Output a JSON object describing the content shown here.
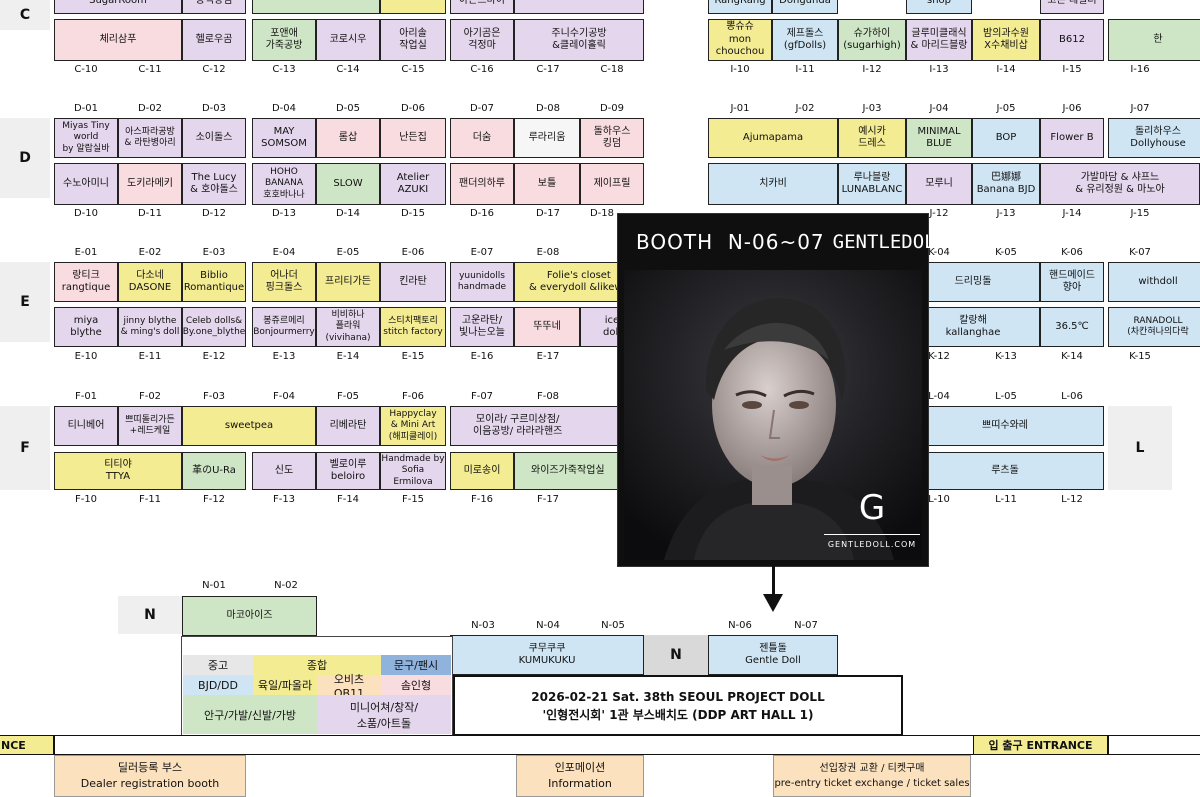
{
  "row_labels": {
    "C": "C",
    "D": "D",
    "E": "E",
    "F": "F",
    "L": "L",
    "N1": "N",
    "N2": "N"
  },
  "top_partial": {
    "c_sugar": "SugarRoom",
    "c_cropped": "동백장점",
    "c_baby": "아몬드마이",
    "i_rang": "RangRang",
    "i_dong": "Dongunda",
    "i_shop": "shop",
    "k_cotton": "코튼 테일러"
  },
  "c_row": [
    {
      "name": "체리삼푸",
      "code": "C-10"
    },
    {
      "name": "",
      "code": "C-11"
    },
    {
      "name": "헬로우곰",
      "code": "C-12"
    },
    {
      "name": "포앤애\n가죽공방",
      "code": "C-13"
    },
    {
      "name": "코로시우",
      "code": "C-14"
    },
    {
      "name": "아리솔\n작업실",
      "code": "C-15"
    },
    {
      "name": "아기곰은\n걱정마",
      "code": "C-16"
    },
    {
      "name": "주니수기공방\n&클레이홀릭",
      "code": "C-17"
    },
    {
      "name": "",
      "code": "C-18"
    },
    {
      "name": "뽕슈슈\nmon\nchouchou",
      "code": "I-10"
    },
    {
      "name": "제프돌스\n(gfDolls)",
      "code": "I-11"
    },
    {
      "name": "슈가하이\n(sugarhigh)",
      "code": "I-12"
    },
    {
      "name": "글루미클래식\n& 마리드블랑",
      "code": "I-13"
    },
    {
      "name": "밤의과수원\nX수채비삽",
      "code": "I-14"
    },
    {
      "name": "B612",
      "code": "I-15"
    },
    {
      "name": "한",
      "code": "I-16"
    }
  ],
  "d_top_codes": [
    "D-01",
    "D-02",
    "D-03",
    "D-04",
    "D-05",
    "D-06",
    "D-07",
    "D-08",
    "D-09",
    "J-01",
    "J-02",
    "J-03",
    "J-04",
    "J-05",
    "J-06",
    "J-07"
  ],
  "d_top": {
    "d01": "Miyas Tiny\nworld\nby 알랍실바",
    "d02": "아스파라공방\n& 라탄병아리",
    "d03": "소이돌스",
    "d04": "MAY\nSOMSOM",
    "d05": "롬삽",
    "d06": "난든집",
    "d07": "더숨",
    "d08": "루라리움",
    "d09": "돌하우스\n킹덤",
    "j01": "Ajumapama",
    "j03": "예시카\n드레스",
    "j04": "MINIMAL\nBLUE",
    "j05": "BOP",
    "j06": "Flower B",
    "j07": "돌리하우스\nDollyhouse"
  },
  "d_bottom": {
    "d10": "수노아미니",
    "d11": "도키라메키",
    "d12": "The Lucy\n& 호야돌스",
    "d13": "HOHO\nBANANA\n호호바나나",
    "d14": "SLOW",
    "d15": "Atelier\nAZUKI",
    "d16": "팬더의하루",
    "d17": "보틀",
    "d18": "제이프릴",
    "j09": "치카비",
    "j11": "루나블랑\nLUNABLANC",
    "j12": "모루니",
    "j13": "巴娜娜\nBanana BJD",
    "j14": "가발마담 & 샤프느\n& 유리정원 & 마노아"
  },
  "d_bottom_codes": [
    "D-10",
    "D-11",
    "D-12",
    "D-13",
    "D-14",
    "D-15",
    "D-16",
    "D-17",
    "D-18",
    "J-12",
    "J-13",
    "J-14",
    "J-15"
  ],
  "e_top_codes": [
    "E-01",
    "E-02",
    "E-03",
    "E-04",
    "E-05",
    "E-06",
    "E-07",
    "E-08",
    "K-04",
    "K-05",
    "K-06",
    "K-07"
  ],
  "e_top": {
    "e01": "랑티크\nrangtique",
    "e02": "다소네\nDASONE",
    "e03": "Biblio\nRomantique",
    "e04": "어나더\n핑크돌스",
    "e05": "프리티가든",
    "e06": "킨라탄",
    "e07": "yuunidolls\nhandmade",
    "e08": "Folie's closet\n& everydoll &likewo",
    "k04": "드리밍돌",
    "k06": "핸드메이드\n향아",
    "k07": "withdoll"
  },
  "e_bottom": {
    "e10": "miya\nblythe",
    "e11": "jinny blythe\n& ming's doll",
    "e12": "Celeb dolls&\nBy.one_blythe",
    "e13": "봉쥬르메리\nBonjourmerry",
    "e14": "비비하나\n플라워\n(vivihana)",
    "e15": "스티치팩토리\nstitch factory",
    "e16": "고운라탄/\n빛나는오늘",
    "e17": "뚜뚜네",
    "e18": "ice\ndoll",
    "k13": "칼랑해\nkallanghae",
    "k14": "36.5℃",
    "k15": "RANADOLL\n(차칸혀나의다락"
  },
  "e_bottom_codes": [
    "E-10",
    "E-11",
    "E-12",
    "E-13",
    "E-14",
    "E-15",
    "E-16",
    "E-17",
    "K-12",
    "K-13",
    "K-14",
    "K-15"
  ],
  "f_top_codes": [
    "F-01",
    "F-02",
    "F-03",
    "F-04",
    "F-05",
    "F-06",
    "F-07",
    "F-08",
    "L-04",
    "L-05",
    "L-06"
  ],
  "f_top": {
    "f01": "티니베어",
    "f02": "쁘띠돌리가든\n+레드케일",
    "f03": "sweetpea",
    "f05": "리베라탄",
    "f06": "Happyclay\n& Mini Art\n(해피클레이)",
    "f07": "모이라/ 구르미상점/\n이음공방/ 라라라핸즈",
    "l05": "쁘띠수와레"
  },
  "f_bottom": {
    "f10": "티티야\nTTYA",
    "f12": "革のU-Ra",
    "f13": "신도",
    "f14": "벨로이루\nbeloiro",
    "f15": "Handmade by\nSofia Ermilova",
    "f16": "미로송이",
    "f17": "와이즈가죽작업실",
    "l11": "루츠돌"
  },
  "f_bottom_codes": [
    "F-10",
    "F-11",
    "F-12",
    "F-13",
    "F-14",
    "F-15",
    "F-16",
    "F-17",
    "L-10",
    "L-11",
    "L-12"
  ],
  "n_section": {
    "n01": "N-01",
    "n02": "N-02",
    "n03": "N-03",
    "n04": "N-04",
    "n05": "N-05",
    "n06": "N-06",
    "n07": "N-07",
    "macoise": "마코아이즈",
    "kumu": "쿠무쿠쿠\nKUMUKUKU",
    "gentle": "젠틀돌\nGentle Doll"
  },
  "legend": {
    "used": "중고",
    "general": "종합",
    "stationery": "문구/팬시",
    "bjd": "BJD/DD",
    "rice": "육일/파올라",
    "ob11": "오비츠 OB11",
    "cotton": "솜인형",
    "eyes": "안구/가발/신발/가방",
    "mini": "미니어쳐/창작/\n소품/아트돌"
  },
  "title": {
    "line1": "2026-02-21 Sat. 38th SEOUL PROJECT DOLL",
    "line2": "'인형전시회' 1관 부스배치도 (DDP ART HALL 1)"
  },
  "poster": {
    "booth": "BOOTH  N-06~07",
    "brand": "GENTLEDOLL",
    "logo": "G",
    "url": "GENTLEDOLL.COM"
  },
  "bottom": {
    "entrance_left": "NCE",
    "entrance_right": "입 출구 ENTRANCE",
    "dealer": "딜러등록 부스\nDealer registration booth",
    "info": "인포메이션\nInformation",
    "ticket": "선입장권 교환 / 티켓구매\npre-entry ticket exchange / ticket sales"
  }
}
